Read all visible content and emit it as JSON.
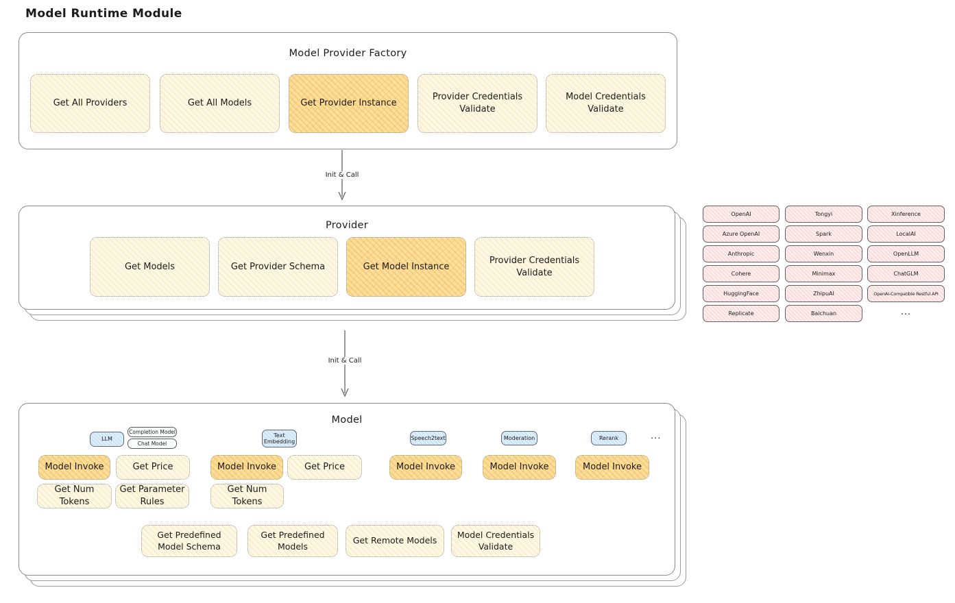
{
  "page_title": "Model Runtime Module",
  "arrows": [
    {
      "label": "Init & Call"
    },
    {
      "label": "Init & Call"
    }
  ],
  "factory": {
    "title": "Model Provider Factory",
    "buttons": [
      "Get All Providers",
      "Get All Models",
      "Get Provider Instance",
      "Provider Credentials Validate",
      "Model Credentials Validate"
    ]
  },
  "provider": {
    "title": "Provider",
    "buttons": [
      "Get Models",
      "Get Provider Schema",
      "Get Model Instance",
      "Provider Credentials Validate"
    ]
  },
  "providers_panel": {
    "col1": [
      "OpenAI",
      "Azure OpenAI",
      "Anthropic",
      "Cohere",
      "HuggingFace",
      "Replicate"
    ],
    "col2": [
      "Tongyi",
      "Spark",
      "Wenxin",
      "Minimax",
      "ZhipuAI",
      "Baichuan"
    ],
    "col3": [
      "Xinference",
      "LocalAI",
      "OpenLLM",
      "ChatGLM",
      "OpenAI-Compatible Restful API"
    ],
    "more": "..."
  },
  "model": {
    "title": "Model",
    "types": {
      "llm": "LLM",
      "completion_model": "Completion Model",
      "chat_model": "Chat Model",
      "text_embedding": "Text Embedding",
      "speech2text": "Speech2text",
      "moderation": "Moderation",
      "rerank": "Rerank",
      "more": "..."
    },
    "actions": {
      "model_invoke": "Model Invoke",
      "get_price": "Get Price",
      "get_num_tokens": "Get Num Tokens",
      "get_parameter_rules": "Get Parameter Rules"
    },
    "bottom_buttons": [
      "Get Predefined Model Schema",
      "Get Predefined Models",
      "Get Remote Models",
      "Model Credentials Validate"
    ]
  },
  "colors": {
    "node_yellow": "#fdf8e3",
    "node_highlight": "#fbdf9d",
    "provider_pink": "#fdecec",
    "type_blue": "#ddeefb",
    "box_border": "#8a8a8a"
  }
}
